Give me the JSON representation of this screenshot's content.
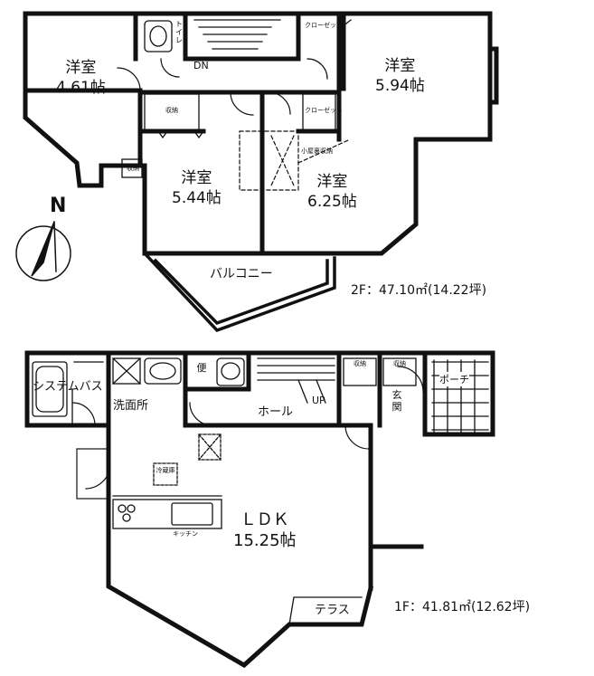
{
  "floor2": {
    "room_nw": {
      "name": "洋室",
      "size": "4.61帖"
    },
    "room_ne": {
      "name": "洋室",
      "size": "5.94帖"
    },
    "room_sw": {
      "name": "洋室",
      "size": "5.44帖"
    },
    "room_se": {
      "name": "洋室",
      "size": "6.25帖"
    },
    "toilet": "トイレ",
    "closet_a": "クローゼット",
    "closet_b": "クローゼット",
    "storage_1": "収納",
    "storage_2": "収納",
    "attic": "小屋裏収納",
    "stair": "DN",
    "balcony": "バルコニー",
    "area": "2F：47.10㎡(14.22坪)"
  },
  "floor1": {
    "bath": "システムバス",
    "washroom": "洗面所",
    "toilet": "便",
    "hall": "ホール",
    "stair": "UP",
    "porch": "ポーチ",
    "entrance": "玄関",
    "shoebox_1": "収納",
    "shoebox_2": "収納",
    "ldk": {
      "name": "ＬＤＫ",
      "size": "15.25帖"
    },
    "kitchen": "キッチン",
    "fridge": "冷蔵庫",
    "terrace": "テラス",
    "area": "1F：41.81㎡(12.62坪)"
  },
  "compass": {
    "label": "N"
  }
}
